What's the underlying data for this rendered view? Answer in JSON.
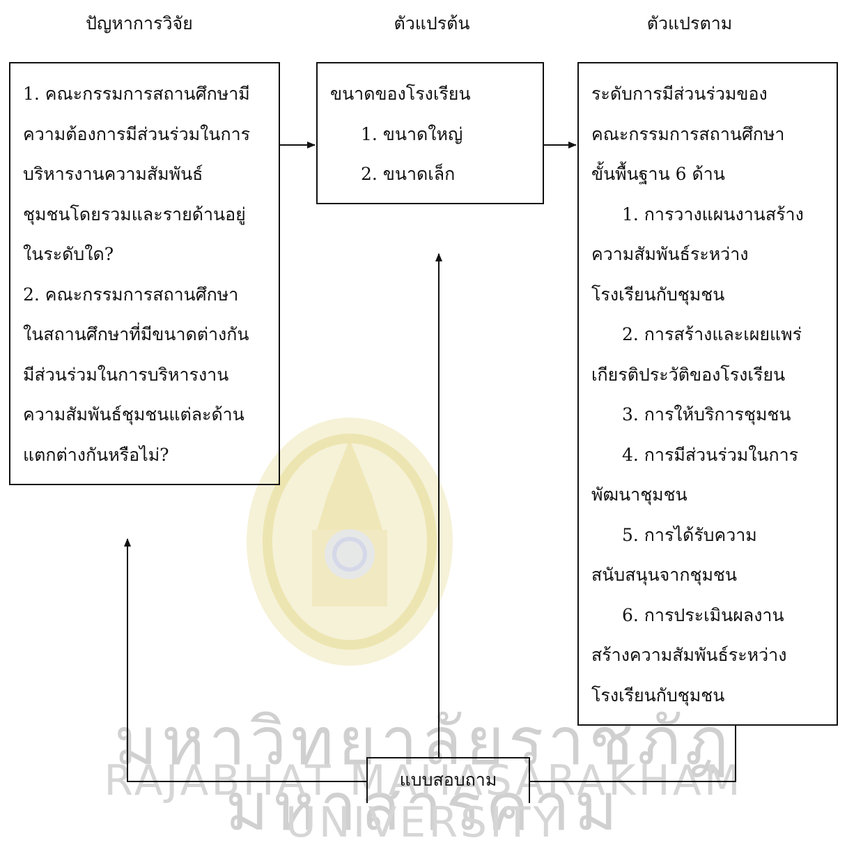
{
  "headings": {
    "problem": "ปัญหาการวิจัย",
    "independent": "ตัวแปรต้น",
    "dependent": "ตัวแปรตาม"
  },
  "problem_box": {
    "lines": [
      "1. คณะกรรมการสถานศึกษามี",
      "ความต้องการมีส่วนร่วมในการ",
      "บริหารงานความสัมพันธ์",
      "ชุมชนโดยรวมและรายด้านอยู่",
      "ในระดับใด?",
      "2. คณะกรรมการสถานศึกษา",
      "ในสถานศึกษาที่มีขนาดต่างกัน",
      "มีส่วนร่วมในการบริหารงาน",
      "ความสัมพันธ์ชุมชนแต่ละด้าน",
      "แตกต่างกันหรือไม่?"
    ]
  },
  "independent_box": {
    "title": "ขนาดของโรงเรียน",
    "items": [
      "1. ขนาดใหญ่",
      "2. ขนาดเล็ก"
    ]
  },
  "dependent_box": {
    "lines": [
      "ระดับการมีส่วนร่วมของ",
      "คณะกรรมการสถานศึกษา",
      "ขั้นพื้นฐาน 6 ด้าน",
      "1. การวางแผนงานสร้าง",
      "ความสัมพันธ์ระหว่าง",
      "โรงเรียนกับชุมชน",
      "2. การสร้างและเผยแพร่",
      "เกียรติประวัติของโรงเรียน",
      "3. การให้บริการชุมชน",
      "4. การมีส่วนร่วมในการ",
      "พัฒนาชุมชน",
      "5. การได้รับความ",
      "สนับสนุนจากชุมชน",
      "6. การประเมินผลงาน",
      "สร้างความสัมพันธ์ระหว่าง",
      "โรงเรียนกับชุมชน"
    ]
  },
  "instrument_box": {
    "label": "แบบสอบถาม"
  },
  "watermark": {
    "thai": "มหาวิทยาลัยราชภัฏมหาสารคาม",
    "english": "RAJABHAT MAHASARAKHAM UNIVERSITY"
  }
}
